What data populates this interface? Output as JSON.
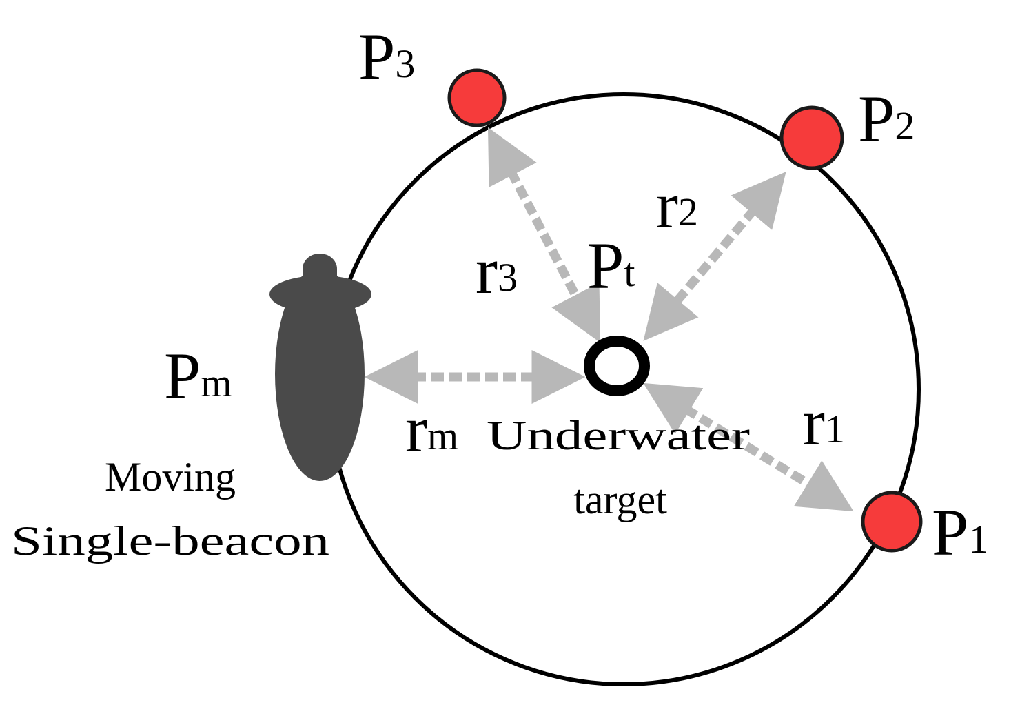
{
  "colors": {
    "beacon_fill": "#f63b3b",
    "beacon_stroke": "#1a1a1a",
    "circle_stroke": "#000000",
    "arrow": "#b8b8b8",
    "vehicle": "#4a4a4a",
    "target": "#000000"
  },
  "labels": {
    "p1_main": "P",
    "p1_sub": "1",
    "p2_main": "P",
    "p2_sub": "2",
    "p3_main": "P",
    "p3_sub": "3",
    "pt_main": "P",
    "pt_sub": "t",
    "pm_main": "P",
    "pm_sub": "m",
    "r1_main": "r",
    "r1_sub": "1",
    "r2_main": "r",
    "r2_sub": "2",
    "r3_main": "r",
    "r3_sub": "3",
    "rm_main": "r",
    "rm_sub": "m",
    "target_line1": "Underwater",
    "target_line2": "target",
    "beacon_line1": "Moving",
    "beacon_line2": "Single-beacon"
  },
  "icons": {
    "vehicle": "auv-silhouette-icon",
    "target": "ring-target-icon",
    "beacon": "red-dot-icon"
  }
}
